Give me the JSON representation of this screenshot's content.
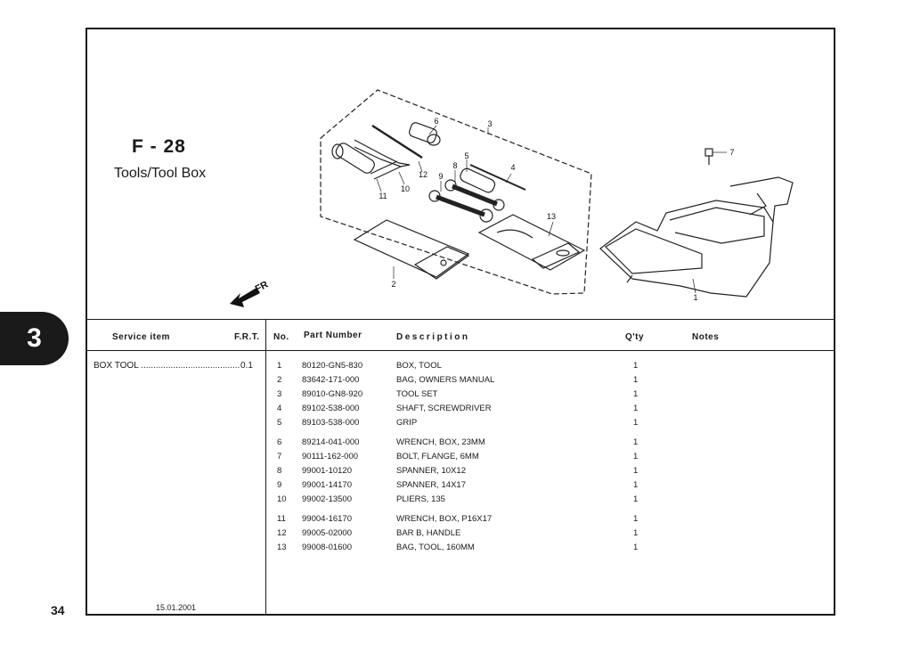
{
  "figure": {
    "code": "F - 28",
    "title": "Tools/Tool Box"
  },
  "diagram_labels": [
    "1",
    "2",
    "3",
    "4",
    "5",
    "6",
    "7",
    "8",
    "9",
    "10",
    "11",
    "12",
    "13"
  ],
  "orientation_label": "FR",
  "table_headers": {
    "service_item": "Service item",
    "frt": "F.R.T.",
    "no": "No.",
    "part_number": "Part Number",
    "description": "Description",
    "qty": "Q'ty",
    "notes": "Notes"
  },
  "service": {
    "item": "BOX TOOL ........................................",
    "frt": "0.1"
  },
  "parts": [
    {
      "no": "1",
      "part_number": "80120-GN5-830",
      "description": "BOX, TOOL",
      "qty": "1"
    },
    {
      "no": "2",
      "part_number": "83642-171-000",
      "description": "BAG, OWNERS MANUAL",
      "qty": "1"
    },
    {
      "no": "3",
      "part_number": "89010-GN8-920",
      "description": "TOOL SET",
      "qty": "1"
    },
    {
      "no": "4",
      "part_number": "89102-538-000",
      "description": "SHAFT, SCREWDRIVER",
      "qty": "1"
    },
    {
      "no": "5",
      "part_number": "89103-538-000",
      "description": "GRIP",
      "qty": "1"
    },
    {
      "no": "6",
      "part_number": "89214-041-000",
      "description": "WRENCH, BOX, 23MM",
      "qty": "1"
    },
    {
      "no": "7",
      "part_number": "90111-162-000",
      "description": "BOLT, FLANGE, 6MM",
      "qty": "1"
    },
    {
      "no": "8",
      "part_number": "99001-10120",
      "description": "SPANNER, 10X12",
      "qty": "1"
    },
    {
      "no": "9",
      "part_number": "99001-14170",
      "description": "SPANNER, 14X17",
      "qty": "1"
    },
    {
      "no": "10",
      "part_number": "99002-13500",
      "description": "PLIERS, 135",
      "qty": "1"
    },
    {
      "no": "11",
      "part_number": "99004-16170",
      "description": "WRENCH, BOX, P16X17",
      "qty": "1"
    },
    {
      "no": "12",
      "part_number": "99005-02000",
      "description": "BAR B, HANDLE",
      "qty": "1"
    },
    {
      "no": "13",
      "part_number": "99008-01600",
      "description": "BAG, TOOL, 160MM",
      "qty": "1"
    }
  ],
  "footer": {
    "date": "15.01.2001",
    "page_number": "34",
    "section_tab": "3"
  }
}
